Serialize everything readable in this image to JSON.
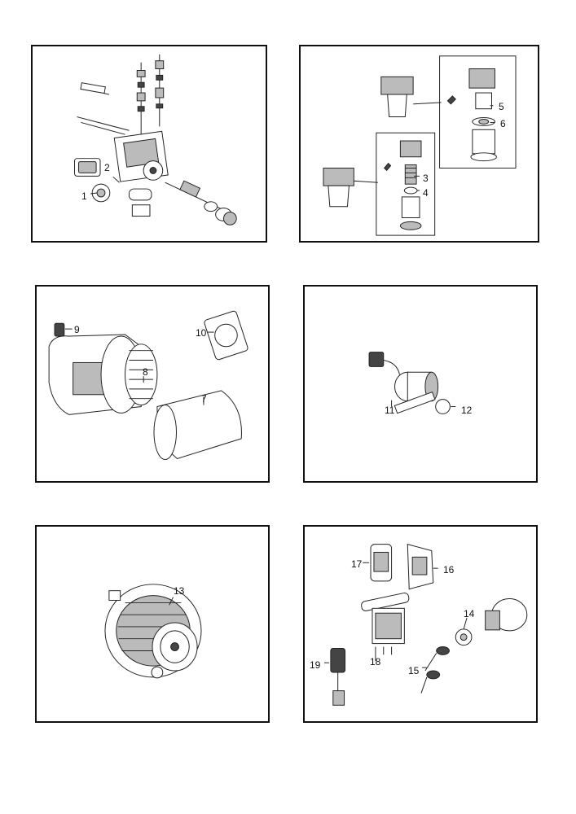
{
  "panels": {
    "injection_pump": {
      "callouts": [
        "1",
        "2"
      ]
    },
    "fuel_filter": {
      "callouts": [
        "3",
        "4",
        "5",
        "6"
      ]
    },
    "air_filter": {
      "callouts": [
        "7",
        "8",
        "9",
        "10"
      ]
    },
    "solenoid": {
      "callouts": [
        "11",
        "12"
      ]
    },
    "alternator": {
      "callouts": [
        "13"
      ]
    },
    "electrical": {
      "callouts": [
        "14",
        "15",
        "16",
        "17",
        "18",
        "19"
      ]
    }
  }
}
